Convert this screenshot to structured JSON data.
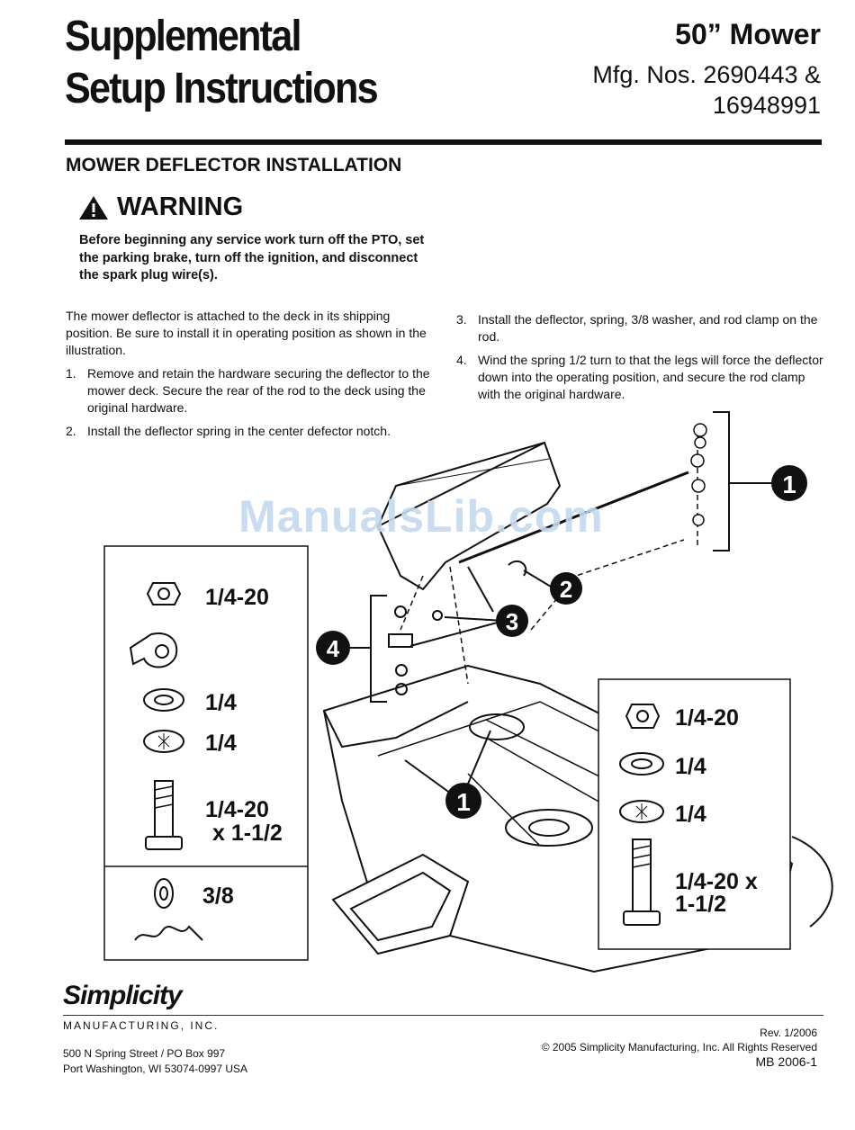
{
  "header": {
    "title_line1": "Supplemental",
    "title_line2": "Setup Instructions",
    "model": "50” Mower",
    "mfg_line1": "Mfg. Nos. 2690443 &",
    "mfg_line2": "16948991"
  },
  "section_title": "MOWER DEFLECTOR INSTALLATION",
  "warning": {
    "label": "WARNING",
    "text": "Before beginning any service work turn off the PTO, set the parking brake, turn off the ignition, and disconnect the spark plug wire(s)."
  },
  "intro": "The mower deflector is attached to the deck in its shipping position.  Be sure to install it in operating position as shown in the illustration.",
  "steps": [
    {
      "num": "1.",
      "text": "Remove and retain the hardware securing the deflector to the mower deck.  Secure the rear of the rod to the deck using the original hardware."
    },
    {
      "num": "2.",
      "text": "Install the deflector spring in the center defector notch."
    },
    {
      "num": "3.",
      "text": "Install the deflector, spring, 3/8 washer, and rod clamp on the rod."
    },
    {
      "num": "4.",
      "text": "Wind the spring 1/2 turn to that the legs will force the deflector down into the operating position, and secure the rod clamp with the original hardware."
    }
  ],
  "callouts": [
    "1",
    "2",
    "3",
    "4",
    "1"
  ],
  "hardware_left": [
    "1/4-20",
    "1/4",
    "1/4",
    "1/4-20",
    "x 1-1/2",
    "3/8"
  ],
  "hardware_right": [
    "1/4-20",
    "1/4",
    "1/4",
    "1/4-20 x",
    "1-1/2"
  ],
  "watermark": "ManualsLib.com",
  "footer": {
    "brand": "Simplicity",
    "company": "MANUFACTURING, INC.",
    "address1": "500 N Spring Street / PO Box 997",
    "address2": "Port Washington, WI 53074-0997  USA",
    "rev": "Rev. 1/2006",
    "copyright": "© 2005 Simplicity Manufacturing, Inc. All Rights Reserved",
    "doc": "MB 2006-1"
  },
  "colors": {
    "ink": "#111111",
    "watermark": "#c5d9ee"
  }
}
